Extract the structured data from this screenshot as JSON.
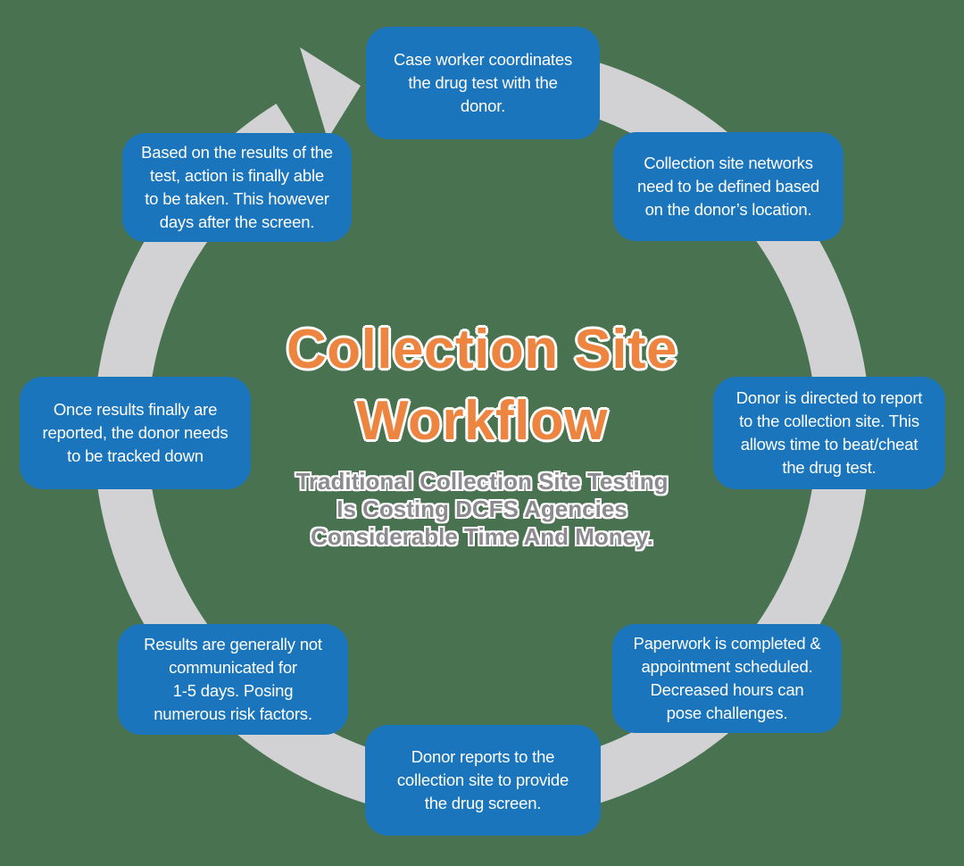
{
  "diagram": {
    "title": {
      "lines": [
        "Collection Site",
        "Workflow"
      ]
    },
    "subtitle": {
      "lines": [
        "Traditional Collection Site Testing",
        "Is Costing DCFS Agencies",
        "Considerable Time And Money."
      ]
    },
    "steps": [
      {
        "position": "top",
        "lines": [
          "Case worker coordinates",
          "the drug test with the",
          "donor."
        ]
      },
      {
        "position": "top-right",
        "lines": [
          "Collection site networks",
          "need to be defined based",
          "on the donor’s location."
        ]
      },
      {
        "position": "right",
        "lines": [
          "Donor is directed to report",
          "to the collection site. This",
          "allows time to beat/cheat",
          "the drug test."
        ]
      },
      {
        "position": "bottom-right",
        "lines": [
          "Paperwork is completed &",
          "appointment scheduled.",
          "Decreased hours can",
          "pose challenges."
        ]
      },
      {
        "position": "bottom",
        "lines": [
          "Donor reports to the",
          "collection site to provide",
          "the drug screen."
        ]
      },
      {
        "position": "bottom-left",
        "lines": [
          "Results are generally not",
          "communicated for",
          "1-5 days. Posing",
          "numerous risk factors."
        ]
      },
      {
        "position": "left",
        "lines": [
          "Once results finally are",
          "reported, the donor needs",
          "to be tracked down"
        ]
      },
      {
        "position": "top-left",
        "lines": [
          "Based on the results of the",
          "test, action is finally able",
          "to be taken. This however",
          "days after the screen."
        ]
      }
    ],
    "colors": {
      "background": "#497251",
      "box_blue": "#1B75BC",
      "ring_gray": "#D2D2D4",
      "title_orange": "#ED8540",
      "subtitle_gray": "#8B8B8F",
      "box_text": "#FFFFFF"
    },
    "flow_direction": "clockwise"
  }
}
